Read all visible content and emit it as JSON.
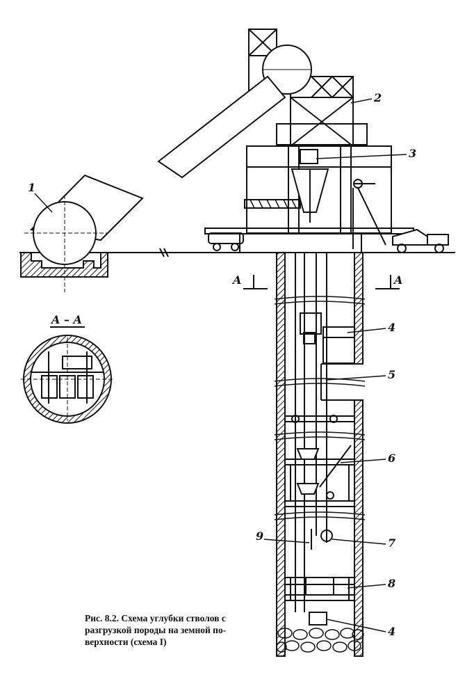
{
  "labels": {
    "l1": "1",
    "l2": "2",
    "l3": "3",
    "l4a": "4",
    "l4b": "4",
    "l5": "5",
    "l6": "6",
    "l7": "7",
    "l8": "8",
    "l9": "9",
    "a_left": "A",
    "a_right": "A",
    "section": "A – A"
  },
  "caption": {
    "line1": "Рис. 8.2. Схема углубки стволов с",
    "line2": "разгрузкой породы на земной по-",
    "line3": "верхности (схема I)"
  }
}
